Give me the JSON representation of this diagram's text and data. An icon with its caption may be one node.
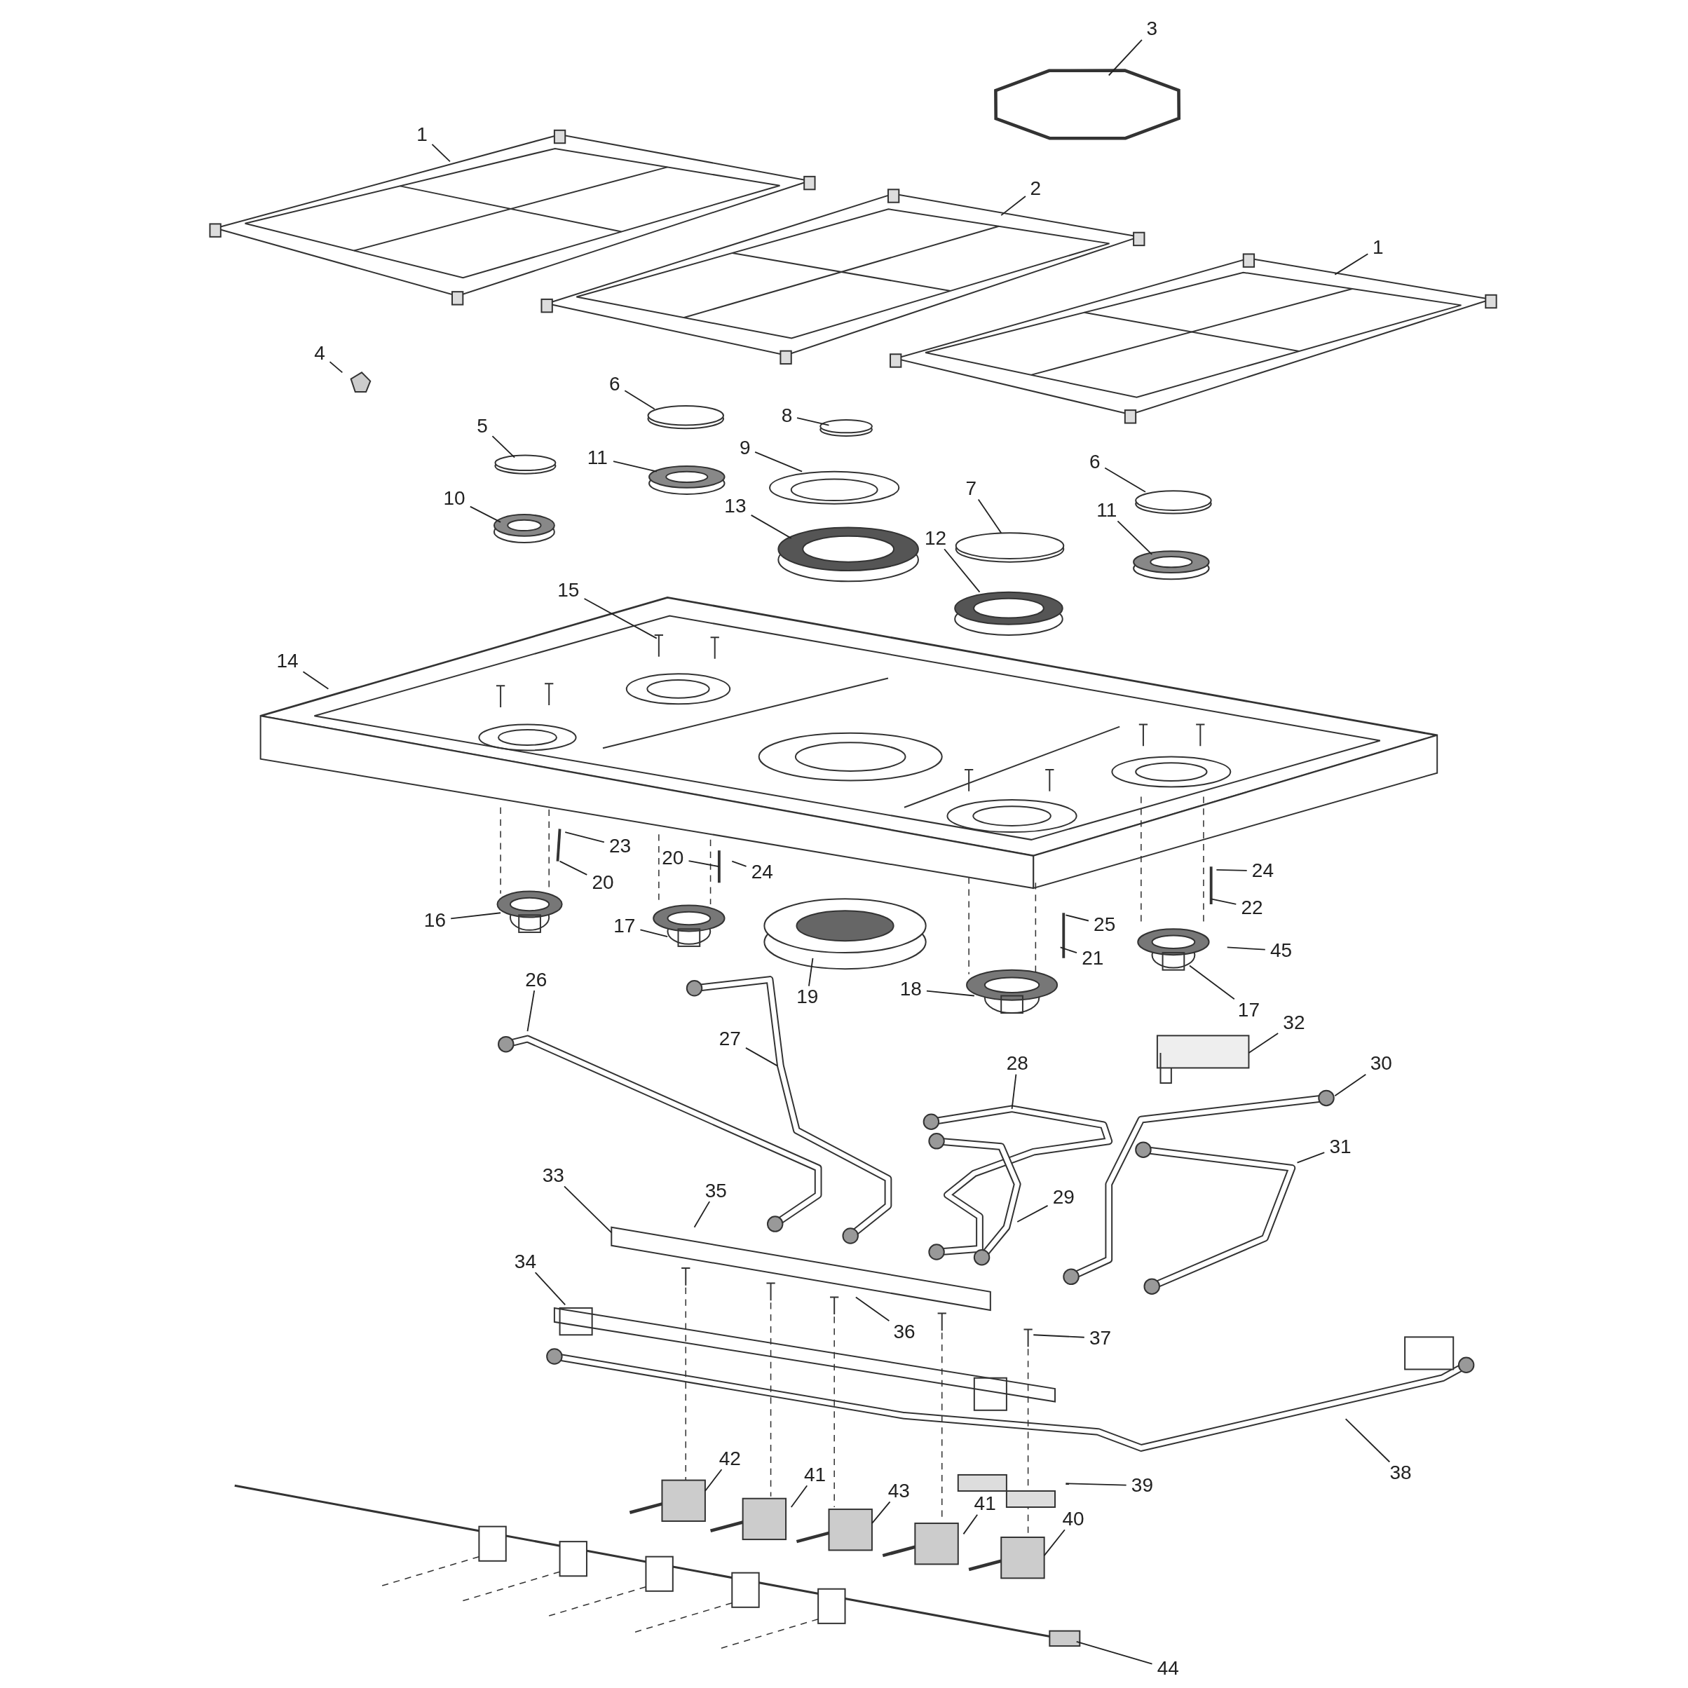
{
  "diagram": {
    "nodes": [
      {
        "text": [
          "1"
        ]
      },
      {
        "text": [
          "2"
        ]
      },
      {
        "text": [
          "3"
        ]
      },
      {
        "text": [
          "4"
        ]
      },
      {
        "text": [
          "5"
        ]
      },
      {
        "text": [
          "6"
        ]
      },
      {
        "text": [
          "8"
        ]
      },
      {
        "text": [
          "9"
        ]
      },
      {
        "text": [
          "11"
        ]
      },
      {
        "text": [
          "10"
        ]
      },
      {
        "text": [
          "13"
        ]
      },
      {
        "text": [
          "6"
        ]
      },
      {
        "text": [
          "7"
        ]
      },
      {
        "text": [
          "11"
        ]
      },
      {
        "text": [
          "12"
        ]
      },
      {
        "text": [
          "1"
        ]
      },
      {
        "text": [
          "15"
        ]
      },
      {
        "text": [
          "14"
        ]
      },
      {
        "text": [
          "23"
        ]
      },
      {
        "text": [
          "20"
        ]
      },
      {
        "text": [
          "20"
        ]
      },
      {
        "text": [
          "24"
        ]
      },
      {
        "text": [
          "24"
        ]
      },
      {
        "text": [
          "22"
        ]
      },
      {
        "text": [
          "16"
        ]
      },
      {
        "text": [
          "17"
        ]
      },
      {
        "text": [
          "25"
        ]
      },
      {
        "text": [
          "21"
        ]
      },
      {
        "text": [
          "45"
        ]
      },
      {
        "text": [
          "19"
        ]
      },
      {
        "text": [
          "18"
        ]
      },
      {
        "text": [
          "17"
        ]
      },
      {
        "text": [
          "26"
        ]
      },
      {
        "text": [
          "27"
        ]
      },
      {
        "text": [
          "32"
        ]
      },
      {
        "text": [
          "28"
        ]
      },
      {
        "text": [
          "30"
        ]
      },
      {
        "text": [
          "31"
        ]
      },
      {
        "text": [
          "29"
        ]
      },
      {
        "text": [
          "33"
        ]
      },
      {
        "text": [
          "35"
        ]
      },
      {
        "text": [
          "34"
        ]
      },
      {
        "text": [
          "36"
        ]
      },
      {
        "text": [
          "37"
        ]
      },
      {
        "text": [
          "38"
        ]
      },
      {
        "text": [
          "42"
        ]
      },
      {
        "text": [
          "41"
        ]
      },
      {
        "text": [
          "43"
        ]
      },
      {
        "text": [
          "39"
        ]
      },
      {
        "text": [
          "41"
        ]
      },
      {
        "text": [
          "40"
        ]
      },
      {
        "text": [
          "44"
        ]
      }
    ],
    "edges": [
      {
        "from": 0,
        "to": null,
        "arrow": "none"
      },
      {
        "from": 1,
        "to": null,
        "arrow": "none"
      },
      {
        "from": 2,
        "to": null,
        "arrow": "none"
      },
      {
        "from": 3,
        "to": null,
        "arrow": "none"
      },
      {
        "from": 4,
        "to": null,
        "arrow": "none"
      },
      {
        "from": 5,
        "to": null,
        "arrow": "none"
      },
      {
        "from": 6,
        "to": null,
        "arrow": "none"
      },
      {
        "from": 7,
        "to": null,
        "arrow": "none"
      },
      {
        "from": 8,
        "to": null,
        "arrow": "none"
      },
      {
        "from": 9,
        "to": null,
        "arrow": "none"
      },
      {
        "from": 10,
        "to": null,
        "arrow": "none"
      },
      {
        "from": 11,
        "to": null,
        "arrow": "none"
      },
      {
        "from": 12,
        "to": null,
        "arrow": "none"
      },
      {
        "from": 13,
        "to": null,
        "arrow": "none"
      },
      {
        "from": 14,
        "to": null,
        "arrow": "none"
      },
      {
        "from": 15,
        "to": null,
        "arrow": "none"
      },
      {
        "from": 16,
        "to": null,
        "arrow": "none"
      },
      {
        "from": 17,
        "to": null,
        "arrow": "none"
      },
      {
        "from": 18,
        "to": null,
        "arrow": "none"
      },
      {
        "from": 19,
        "to": null,
        "arrow": "none"
      },
      {
        "from": 20,
        "to": null,
        "arrow": "none"
      },
      {
        "from": 21,
        "to": null,
        "arrow": "none"
      },
      {
        "from": 22,
        "to": null,
        "arrow": "none"
      },
      {
        "from": 23,
        "to": null,
        "arrow": "none"
      },
      {
        "from": 24,
        "to": null,
        "arrow": "none"
      },
      {
        "from": 25,
        "to": null,
        "arrow": "none"
      },
      {
        "from": 26,
        "to": null,
        "arrow": "none"
      },
      {
        "from": 27,
        "to": null,
        "arrow": "none"
      },
      {
        "from": 28,
        "to": null,
        "arrow": "none"
      },
      {
        "from": 29,
        "to": null,
        "arrow": "none"
      },
      {
        "from": 30,
        "to": null,
        "arrow": "none"
      },
      {
        "from": 31,
        "to": null,
        "arrow": "none"
      },
      {
        "from": 32,
        "to": null,
        "arrow": "none"
      },
      {
        "from": 33,
        "to": null,
        "arrow": "none"
      },
      {
        "from": 34,
        "to": null,
        "arrow": "none"
      },
      {
        "from": 35,
        "to": null,
        "arrow": "none"
      },
      {
        "from": 36,
        "to": null,
        "arrow": "none"
      },
      {
        "from": 37,
        "to": null,
        "arrow": "none"
      },
      {
        "from": 38,
        "to": null,
        "arrow": "none"
      },
      {
        "from": 39,
        "to": null,
        "arrow": "none"
      },
      {
        "from": 40,
        "to": null,
        "arrow": "none"
      },
      {
        "from": 41,
        "to": null,
        "arrow": "none"
      },
      {
        "from": 42,
        "to": null,
        "arrow": "none"
      },
      {
        "from": 43,
        "to": null,
        "arrow": "none"
      },
      {
        "from": 44,
        "to": null,
        "arrow": "none"
      },
      {
        "from": 45,
        "to": null,
        "arrow": "none"
      },
      {
        "from": 46,
        "to": null,
        "arrow": "none"
      },
      {
        "from": 47,
        "to": null,
        "arrow": "none"
      },
      {
        "from": 48,
        "to": null,
        "arrow": "none"
      },
      {
        "from": 49,
        "to": null,
        "arrow": "none"
      },
      {
        "from": 50,
        "to": null,
        "arrow": "none"
      },
      {
        "from": 51,
        "to": null,
        "arrow": "none"
      }
    ]
  }
}
